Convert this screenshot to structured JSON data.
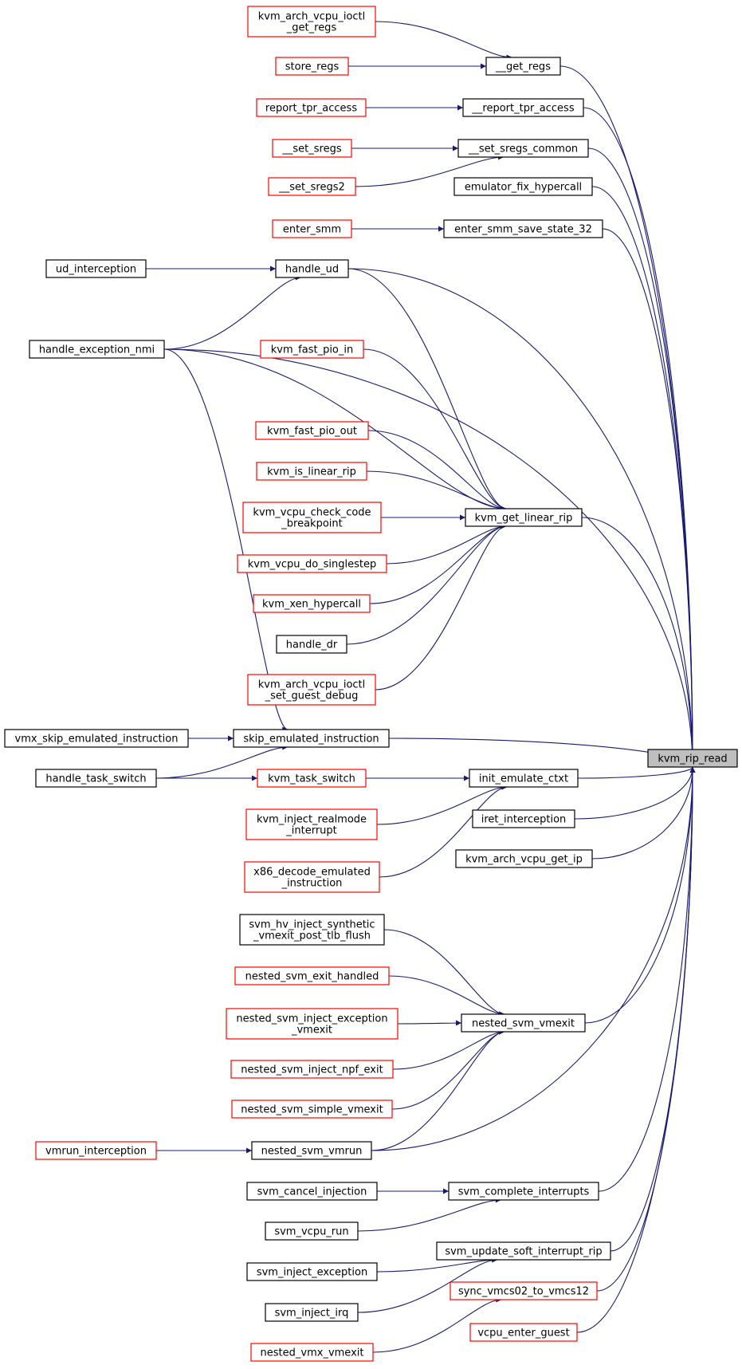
{
  "colors": {
    "edge": "#191970",
    "box_border_default": "#000000",
    "box_border_truncated": "#ff0000",
    "root_fill": "#bfbfbf",
    "background": "#ffffff"
  },
  "root": {
    "id": "kvm_rip_read",
    "label": [
      "kvm_rip_read"
    ]
  },
  "nodes": [
    {
      "id": "kvm_arch_vcpu_ioctl_get_regs",
      "label": [
        "kvm_arch_vcpu_ioctl",
        "_get_regs"
      ],
      "border": "red"
    },
    {
      "id": "store_regs",
      "label": [
        "store_regs"
      ],
      "border": "red"
    },
    {
      "id": "__get_regs",
      "label": [
        "__get_regs"
      ],
      "border": "black"
    },
    {
      "id": "report_tpr_access",
      "label": [
        "report_tpr_access"
      ],
      "border": "red"
    },
    {
      "id": "__report_tpr_access",
      "label": [
        "__report_tpr_access"
      ],
      "border": "black"
    },
    {
      "id": "__set_sregs",
      "label": [
        "__set_sregs"
      ],
      "border": "red"
    },
    {
      "id": "__set_sregs2",
      "label": [
        "__set_sregs2"
      ],
      "border": "red"
    },
    {
      "id": "__set_sregs_common",
      "label": [
        "__set_sregs_common"
      ],
      "border": "black"
    },
    {
      "id": "emulator_fix_hypercall",
      "label": [
        "emulator_fix_hypercall"
      ],
      "border": "black"
    },
    {
      "id": "enter_smm",
      "label": [
        "enter_smm"
      ],
      "border": "red"
    },
    {
      "id": "enter_smm_save_state_32",
      "label": [
        "enter_smm_save_state_32"
      ],
      "border": "black"
    },
    {
      "id": "ud_interception",
      "label": [
        "ud_interception"
      ],
      "border": "black"
    },
    {
      "id": "handle_ud",
      "label": [
        "handle_ud"
      ],
      "border": "black"
    },
    {
      "id": "handle_exception_nmi",
      "label": [
        "handle_exception_nmi"
      ],
      "border": "black"
    },
    {
      "id": "kvm_fast_pio_in",
      "label": [
        "kvm_fast_pio_in"
      ],
      "border": "red"
    },
    {
      "id": "kvm_fast_pio_out",
      "label": [
        "kvm_fast_pio_out"
      ],
      "border": "red"
    },
    {
      "id": "kvm_is_linear_rip",
      "label": [
        "kvm_is_linear_rip"
      ],
      "border": "red"
    },
    {
      "id": "kvm_vcpu_check_code_breakpoint",
      "label": [
        "kvm_vcpu_check_code",
        "_breakpoint"
      ],
      "border": "red"
    },
    {
      "id": "kvm_get_linear_rip",
      "label": [
        "kvm_get_linear_rip"
      ],
      "border": "black"
    },
    {
      "id": "kvm_vcpu_do_singlestep",
      "label": [
        "kvm_vcpu_do_singlestep"
      ],
      "border": "red"
    },
    {
      "id": "kvm_xen_hypercall",
      "label": [
        "kvm_xen_hypercall"
      ],
      "border": "red"
    },
    {
      "id": "handle_dr",
      "label": [
        "handle_dr"
      ],
      "border": "black"
    },
    {
      "id": "kvm_arch_vcpu_ioctl_set_guest_debug",
      "label": [
        "kvm_arch_vcpu_ioctl",
        "_set_guest_debug"
      ],
      "border": "red"
    },
    {
      "id": "vmx_skip_emulated_instruction",
      "label": [
        "vmx_skip_emulated_instruction"
      ],
      "border": "black"
    },
    {
      "id": "skip_emulated_instruction",
      "label": [
        "skip_emulated_instruction"
      ],
      "border": "black"
    },
    {
      "id": "handle_task_switch",
      "label": [
        "handle_task_switch"
      ],
      "border": "black"
    },
    {
      "id": "kvm_task_switch",
      "label": [
        "kvm_task_switch"
      ],
      "border": "red"
    },
    {
      "id": "init_emulate_ctxt",
      "label": [
        "init_emulate_ctxt"
      ],
      "border": "black"
    },
    {
      "id": "kvm_inject_realmode_interrupt",
      "label": [
        "kvm_inject_realmode",
        "_interrupt"
      ],
      "border": "red"
    },
    {
      "id": "iret_interception",
      "label": [
        "iret_interception"
      ],
      "border": "black"
    },
    {
      "id": "kvm_arch_vcpu_get_ip",
      "label": [
        "kvm_arch_vcpu_get_ip"
      ],
      "border": "black"
    },
    {
      "id": "x86_decode_emulated_instruction",
      "label": [
        "x86_decode_emulated",
        "_instruction"
      ],
      "border": "red"
    },
    {
      "id": "svm_hv_inject_synthetic_vmexit_post_tlb_flush",
      "label": [
        "svm_hv_inject_synthetic",
        "_vmexit_post_tlb_flush"
      ],
      "border": "black"
    },
    {
      "id": "nested_svm_exit_handled",
      "label": [
        "nested_svm_exit_handled"
      ],
      "border": "red"
    },
    {
      "id": "nested_svm_inject_exception_vmexit",
      "label": [
        "nested_svm_inject_exception",
        "_vmexit"
      ],
      "border": "red"
    },
    {
      "id": "nested_svm_vmexit",
      "label": [
        "nested_svm_vmexit"
      ],
      "border": "black"
    },
    {
      "id": "nested_svm_inject_npf_exit",
      "label": [
        "nested_svm_inject_npf_exit"
      ],
      "border": "red"
    },
    {
      "id": "nested_svm_simple_vmexit",
      "label": [
        "nested_svm_simple_vmexit"
      ],
      "border": "red"
    },
    {
      "id": "vmrun_interception",
      "label": [
        "vmrun_interception"
      ],
      "border": "red"
    },
    {
      "id": "nested_svm_vmrun",
      "label": [
        "nested_svm_vmrun"
      ],
      "border": "black"
    },
    {
      "id": "svm_cancel_injection",
      "label": [
        "svm_cancel_injection"
      ],
      "border": "black"
    },
    {
      "id": "svm_complete_interrupts",
      "label": [
        "svm_complete_interrupts"
      ],
      "border": "black"
    },
    {
      "id": "svm_vcpu_run",
      "label": [
        "svm_vcpu_run"
      ],
      "border": "black"
    },
    {
      "id": "svm_update_soft_interrupt_rip",
      "label": [
        "svm_update_soft_interrupt_rip"
      ],
      "border": "black"
    },
    {
      "id": "svm_inject_exception",
      "label": [
        "svm_inject_exception"
      ],
      "border": "black"
    },
    {
      "id": "sync_vmcs02_to_vmcs12",
      "label": [
        "sync_vmcs02_to_vmcs12"
      ],
      "border": "red"
    },
    {
      "id": "svm_inject_irq",
      "label": [
        "svm_inject_irq"
      ],
      "border": "black"
    },
    {
      "id": "vcpu_enter_guest",
      "label": [
        "vcpu_enter_guest"
      ],
      "border": "red"
    },
    {
      "id": "nested_vmx_vmexit",
      "label": [
        "nested_vmx_vmexit"
      ],
      "border": "red"
    }
  ],
  "edges": [
    [
      "kvm_arch_vcpu_ioctl_get_regs",
      "__get_regs"
    ],
    [
      "store_regs",
      "__get_regs"
    ],
    [
      "__get_regs",
      "kvm_rip_read"
    ],
    [
      "report_tpr_access",
      "__report_tpr_access"
    ],
    [
      "__report_tpr_access",
      "kvm_rip_read"
    ],
    [
      "__set_sregs",
      "__set_sregs_common"
    ],
    [
      "__set_sregs2",
      "__set_sregs_common"
    ],
    [
      "__set_sregs_common",
      "kvm_rip_read"
    ],
    [
      "emulator_fix_hypercall",
      "kvm_rip_read"
    ],
    [
      "enter_smm",
      "enter_smm_save_state_32"
    ],
    [
      "enter_smm_save_state_32",
      "kvm_rip_read"
    ],
    [
      "ud_interception",
      "handle_ud"
    ],
    [
      "handle_exception_nmi",
      "handle_ud"
    ],
    [
      "handle_ud",
      "kvm_rip_read"
    ],
    [
      "handle_exception_nmi",
      "kvm_rip_read"
    ],
    [
      "handle_ud",
      "kvm_get_linear_rip"
    ],
    [
      "handle_exception_nmi",
      "kvm_get_linear_rip"
    ],
    [
      "kvm_fast_pio_in",
      "kvm_get_linear_rip"
    ],
    [
      "kvm_fast_pio_out",
      "kvm_get_linear_rip"
    ],
    [
      "kvm_is_linear_rip",
      "kvm_get_linear_rip"
    ],
    [
      "kvm_vcpu_check_code_breakpoint",
      "kvm_get_linear_rip"
    ],
    [
      "kvm_vcpu_do_singlestep",
      "kvm_get_linear_rip"
    ],
    [
      "kvm_xen_hypercall",
      "kvm_get_linear_rip"
    ],
    [
      "handle_dr",
      "kvm_get_linear_rip"
    ],
    [
      "kvm_arch_vcpu_ioctl_set_guest_debug",
      "kvm_get_linear_rip"
    ],
    [
      "kvm_get_linear_rip",
      "kvm_rip_read"
    ],
    [
      "handle_exception_nmi",
      "skip_emulated_instruction"
    ],
    [
      "vmx_skip_emulated_instruction",
      "skip_emulated_instruction"
    ],
    [
      "handle_task_switch",
      "skip_emulated_instruction"
    ],
    [
      "skip_emulated_instruction",
      "kvm_rip_read"
    ],
    [
      "handle_task_switch",
      "kvm_task_switch"
    ],
    [
      "kvm_task_switch",
      "init_emulate_ctxt"
    ],
    [
      "kvm_inject_realmode_interrupt",
      "init_emulate_ctxt"
    ],
    [
      "x86_decode_emulated_instruction",
      "init_emulate_ctxt"
    ],
    [
      "init_emulate_ctxt",
      "kvm_rip_read"
    ],
    [
      "iret_interception",
      "kvm_rip_read"
    ],
    [
      "kvm_arch_vcpu_get_ip",
      "kvm_rip_read"
    ],
    [
      "svm_hv_inject_synthetic_vmexit_post_tlb_flush",
      "nested_svm_vmexit"
    ],
    [
      "nested_svm_exit_handled",
      "nested_svm_vmexit"
    ],
    [
      "nested_svm_inject_exception_vmexit",
      "nested_svm_vmexit"
    ],
    [
      "nested_svm_inject_npf_exit",
      "nested_svm_vmexit"
    ],
    [
      "nested_svm_simple_vmexit",
      "nested_svm_vmexit"
    ],
    [
      "nested_svm_vmrun",
      "nested_svm_vmexit"
    ],
    [
      "nested_svm_vmexit",
      "kvm_rip_read"
    ],
    [
      "vmrun_interception",
      "nested_svm_vmrun"
    ],
    [
      "nested_svm_vmrun",
      "kvm_rip_read"
    ],
    [
      "svm_cancel_injection",
      "svm_complete_interrupts"
    ],
    [
      "svm_vcpu_run",
      "svm_complete_interrupts"
    ],
    [
      "svm_complete_interrupts",
      "kvm_rip_read"
    ],
    [
      "svm_inject_exception",
      "svm_update_soft_interrupt_rip"
    ],
    [
      "svm_inject_irq",
      "svm_update_soft_interrupt_rip"
    ],
    [
      "svm_update_soft_interrupt_rip",
      "kvm_rip_read"
    ],
    [
      "nested_vmx_vmexit",
      "sync_vmcs02_to_vmcs12"
    ],
    [
      "sync_vmcs02_to_vmcs12",
      "kvm_rip_read"
    ],
    [
      "vcpu_enter_guest",
      "kvm_rip_read"
    ]
  ]
}
